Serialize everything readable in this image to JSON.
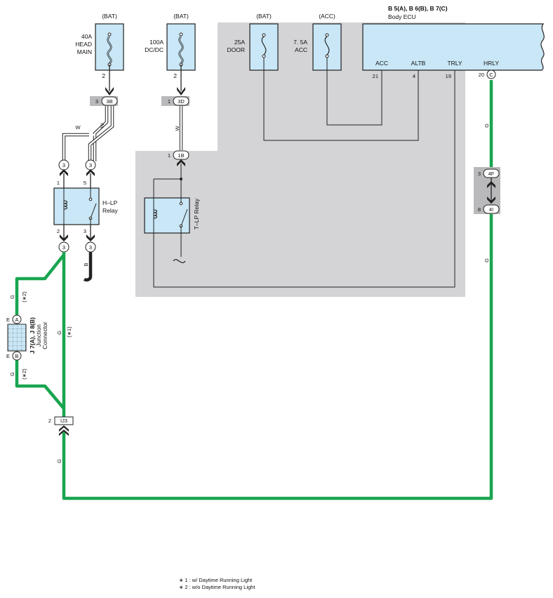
{
  "colors": {
    "shaded_area": "#d4d4d6",
    "component_fill": "#c9e7f6",
    "ground_wire": "#19a550",
    "wire": "#222222",
    "connector_fill": "#b9b9bb"
  },
  "fuses": {
    "head_main": {
      "source": "(BAT)",
      "rating": "40A",
      "name_line1": "HEAD",
      "name_line2": "MAIN",
      "pin": "2"
    },
    "dcdc": {
      "source": "(BAT)",
      "rating": "100A",
      "name_line1": "DC/DC",
      "pin": "2"
    },
    "door": {
      "source": "(BAT)",
      "rating": "25A",
      "name_line1": "DOOR"
    },
    "acc": {
      "source": "(ACC)",
      "rating": "7. 5A",
      "name_line1": "ACC"
    }
  },
  "ecu": {
    "ref": "B 5(A), B 6(B), B 7(C)",
    "name": "Body ECU",
    "terminals": [
      {
        "label": "ACC",
        "pin": "21"
      },
      {
        "label": "ALTB",
        "pin": "4"
      },
      {
        "label": "TRLY",
        "pin": "19"
      },
      {
        "label": "HRLY",
        "pin": "20",
        "connector": "C"
      }
    ]
  },
  "connectors": {
    "c3b": {
      "label": "3B",
      "pin": "3"
    },
    "c3d": {
      "label": "3D",
      "pin": "1"
    },
    "c1b": {
      "label": "1B",
      "pin": "1"
    },
    "c4f": {
      "label": "4F",
      "pin": "3"
    },
    "c4i": {
      "label": "4I",
      "pin": "8"
    },
    "ij3": {
      "label": "IJ3",
      "pin": "2"
    },
    "h3a": {
      "label": "3"
    },
    "h3b": {
      "label": "3"
    },
    "h3c": {
      "label": "3"
    },
    "h3d": {
      "label": "3"
    },
    "jA": {
      "label": "A",
      "pin": "E"
    },
    "jB": {
      "label": "B",
      "pin": "E"
    }
  },
  "relays": {
    "hlp": {
      "name_line1": "H–LP",
      "name_line2": "Relay",
      "pin_tl": "1",
      "pin_tr": "5",
      "pin_bl": "2",
      "pin_br": "3"
    },
    "tlp": {
      "name": "T–LP Relay"
    }
  },
  "junction": {
    "ref": "J 7(A), J 8(B)",
    "name_line1": "Junction",
    "name_line2": "Connector"
  },
  "wire_colors": {
    "w1": "W",
    "w2": "W",
    "w3": "W",
    "b": "B",
    "g1": "G",
    "g2": "G",
    "g3": "G",
    "g4": "G",
    "g5": "G",
    "g6": "G"
  },
  "variant_marks": {
    "m1": "(∗2)",
    "m2": "(∗1)",
    "m3": "(∗2)"
  },
  "footnotes": [
    "∗ 1 : w/ Daytime Running Light",
    "∗ 2 : w/o Daytime Running Light"
  ]
}
